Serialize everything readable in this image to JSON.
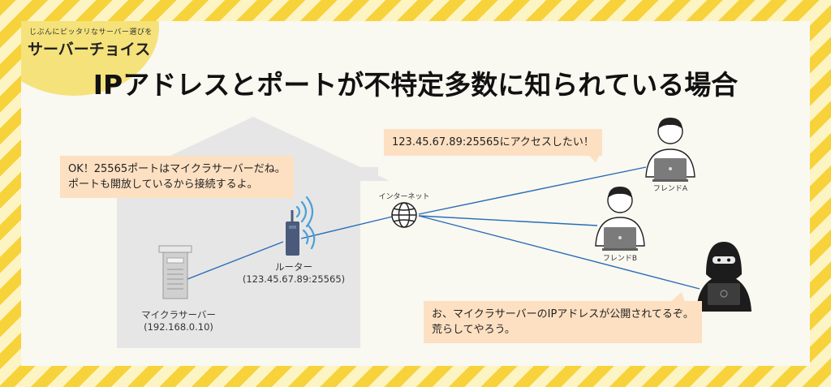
{
  "logo": {
    "tagline": "じぶんにピッタリなサーバー選びを",
    "name": "サーバーチョイス"
  },
  "title": "IPアドレスとポートが不特定多数に知られている場合",
  "bubbles": {
    "server_thought_line1": "OK！25565ポートはマイクラサーバーだね。",
    "server_thought_line2": "ポートも開放しているから接続するよ。",
    "friend_request": "123.45.67.89:25565にアクセスしたい！",
    "attacker_line1": "お、マイクラサーバーのIPアドレスが公開されてるぞ。",
    "attacker_line2": "荒らしてやろう。"
  },
  "nodes": {
    "server": {
      "name": "マイクラサーバー",
      "address": "(192.168.0.10)"
    },
    "router": {
      "name": "ルーター",
      "address": "(123.45.67.89:25565)"
    },
    "internet": {
      "name": "インターネット"
    },
    "friend_a": {
      "name": "フレンドA"
    },
    "friend_b": {
      "name": "フレンドB"
    }
  },
  "colors": {
    "stripe": "#f7d23a",
    "panel": "#f9f8f1",
    "house": "#e6e6e6",
    "bubble": "#fde0c2",
    "link": "#2a6cb5",
    "wifi": "#4a9fd8"
  }
}
